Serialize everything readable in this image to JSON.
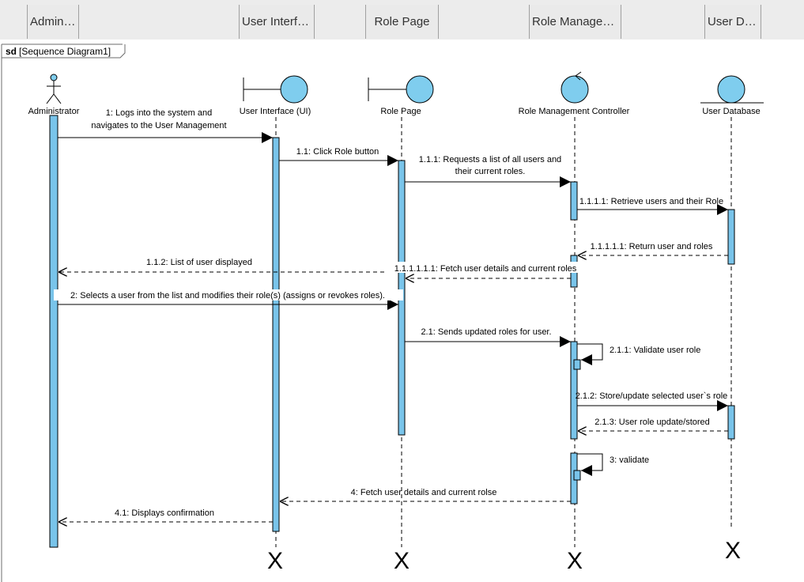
{
  "header_tabs": [
    "Admini...",
    "User Interfa...",
    "Role Page",
    "Role Managem...",
    "User Da..."
  ],
  "frame": {
    "keyword": "sd",
    "name": "[Sequence Diagram1]"
  },
  "lifelines": [
    {
      "name": "Administrator",
      "kind": "actor"
    },
    {
      "name": "User Interface (UI)",
      "kind": "boundary"
    },
    {
      "name": "Role Page",
      "kind": "boundary"
    },
    {
      "name": "Role Management Controller",
      "kind": "control"
    },
    {
      "name": "User Database",
      "kind": "entity"
    }
  ],
  "messages": [
    {
      "from": 0,
      "to": 1,
      "type": "sync",
      "lines": [
        "1:  Logs into the system and",
        "navigates to the User Management"
      ]
    },
    {
      "from": 1,
      "to": 2,
      "type": "sync",
      "lines": [
        "1.1: Click Role button"
      ]
    },
    {
      "from": 2,
      "to": 3,
      "type": "sync",
      "lines": [
        "1.1.1: Requests a list of all users and",
        "their current roles."
      ]
    },
    {
      "from": 3,
      "to": 4,
      "type": "sync",
      "lines": [
        "1.1.1.1: Retrieve users and their Role"
      ]
    },
    {
      "from": 4,
      "to": 3,
      "type": "return",
      "lines": [
        "1.1.1.1.1: Return user and roles"
      ]
    },
    {
      "from": 2,
      "to": 0,
      "type": "return",
      "lines": [
        "1.1.2: List of user displayed"
      ]
    },
    {
      "from": 3,
      "to": 2,
      "type": "return",
      "lines": [
        "1.1.1.1.1.1: Fetch user details and current roles"
      ]
    },
    {
      "from": 0,
      "to": 2,
      "type": "sync",
      "lines": [
        "2: Selects a user from the list and modifies their role(s) (assigns or revokes roles)."
      ]
    },
    {
      "from": 2,
      "to": 3,
      "type": "sync",
      "lines": [
        "2.1: Sends updated roles for user."
      ]
    },
    {
      "from": 3,
      "to": 3,
      "type": "self",
      "lines": [
        "2.1.1: Validate user role"
      ]
    },
    {
      "from": 3,
      "to": 4,
      "type": "sync",
      "lines": [
        "2.1.2: Store/update selected user`s role"
      ]
    },
    {
      "from": 4,
      "to": 3,
      "type": "return",
      "lines": [
        "2.1.3: User role update/stored"
      ]
    },
    {
      "from": 3,
      "to": 3,
      "type": "self",
      "lines": [
        "3: validate"
      ]
    },
    {
      "from": 3,
      "to": 1,
      "type": "return",
      "lines": [
        "4: Fetch user details and current rolse"
      ]
    },
    {
      "from": 1,
      "to": 0,
      "type": "return",
      "lines": [
        "4.1: Displays confirmation"
      ]
    }
  ],
  "destroy_mark": "X",
  "colors": {
    "activation_fill": "#79c4ea",
    "icon_fill": "#7fcdee",
    "line": "#000000",
    "header_bg": "#ececec"
  }
}
